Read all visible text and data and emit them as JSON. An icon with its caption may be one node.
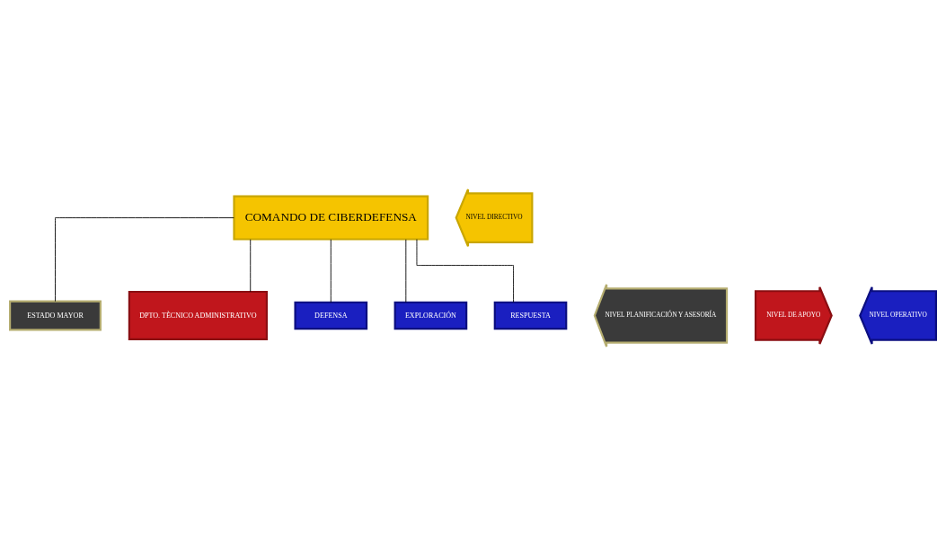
{
  "diagram": {
    "nodes": [
      {
        "text": [
          "COMANDO DE CIBERDEFENSA"
        ]
      },
      {
        "text": [
          "NIVEL DIRECTIVO"
        ]
      },
      {
        "text": [
          "ESTADO MAYOR"
        ]
      },
      {
        "text": [
          "NIVEL PLANIFICACIÓN Y ASESORÍA"
        ]
      },
      {
        "text": [
          "NIVEL DE APOYO"
        ]
      },
      {
        "text": [
          "DPTO. TÈCNICO ADMINISTRATIVO"
        ]
      },
      {
        "text": [
          "DEFENSA"
        ]
      },
      {
        "text": [
          "EXPLORACIÓN"
        ]
      },
      {
        "text": [
          "RESPUESTA"
        ]
      },
      {
        "text": [
          "NIVEL OPERATIVO"
        ]
      }
    ],
    "edges": [
      {
        "from": 0,
        "to": 2,
        "arrow": "none"
      },
      {
        "from": 0,
        "to": 5,
        "arrow": "none"
      },
      {
        "from": 0,
        "to": 6,
        "arrow": "none"
      },
      {
        "from": 0,
        "to": 7,
        "arrow": "none"
      },
      {
        "from": 0,
        "to": 8,
        "arrow": "none"
      }
    ]
  }
}
